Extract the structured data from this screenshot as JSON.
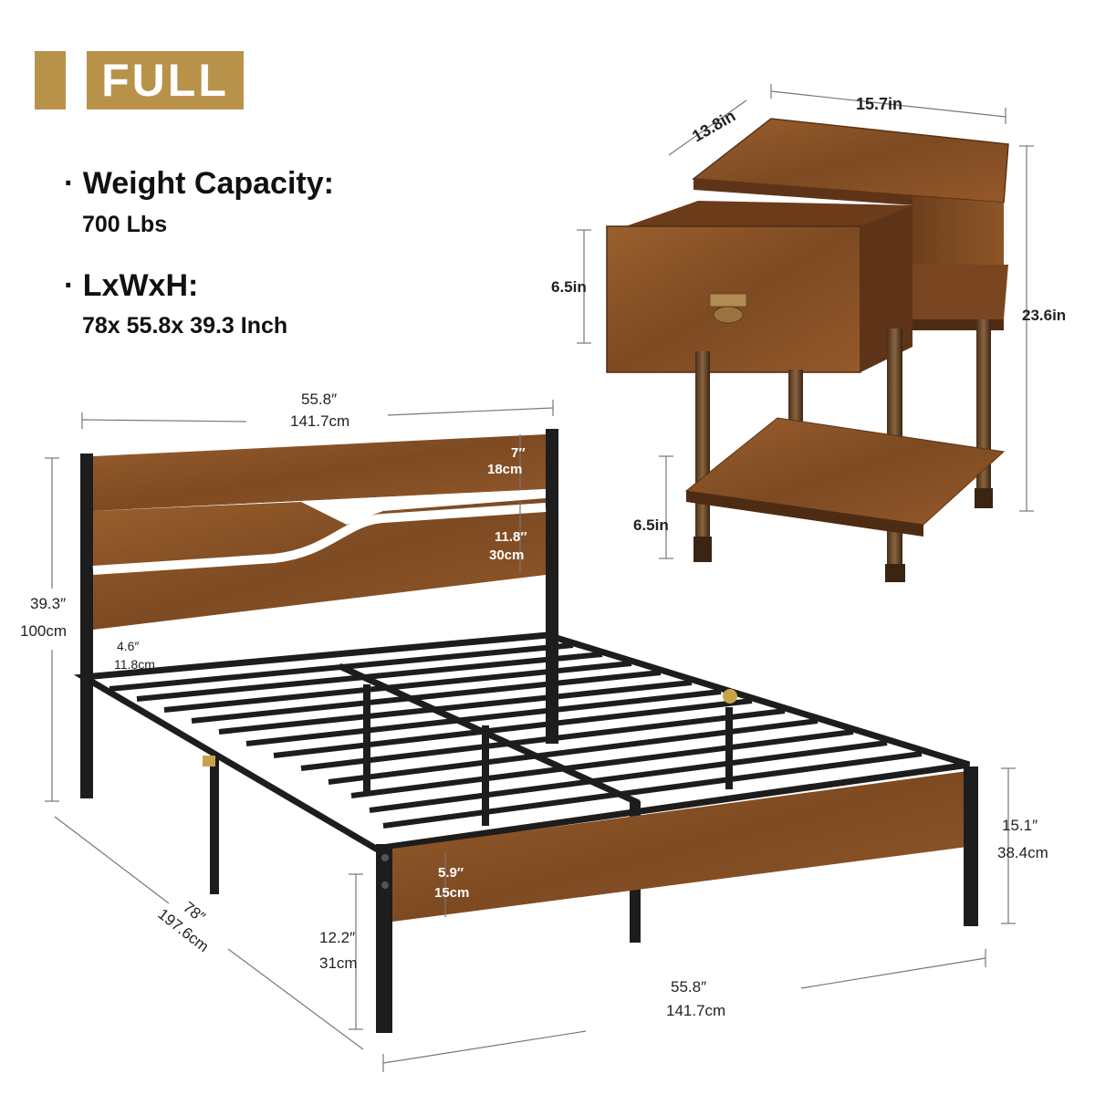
{
  "badge": {
    "label": "FULL"
  },
  "specs": [
    {
      "heading": "· Weight Capacity:",
      "value": "700 Lbs"
    },
    {
      "heading": "· LxWxH:",
      "value": "78x 55.8x 39.3 Inch"
    }
  ],
  "nightstand": {
    "depth": "13.8in",
    "width": "15.7in",
    "drawer_height": "6.5in",
    "height": "23.6in",
    "shelf_height": "6.5in"
  },
  "bed": {
    "head_width_in": "55.8″",
    "head_width_cm": "141.7cm",
    "head_top_panel_in": "7″",
    "head_top_panel_cm": "18cm",
    "head_lower_panel_in": "11.8″",
    "head_lower_panel_cm": "30cm",
    "head_height_in": "39.3″",
    "head_height_cm": "100cm",
    "head_gap_in": "4.6″",
    "head_gap_cm": "11.8cm",
    "length_in": "78″",
    "length_cm": "197.6cm",
    "foot_board_in": "5.9″",
    "foot_board_cm": "15cm",
    "clearance_in": "12.2″",
    "clearance_cm": "31cm",
    "foot_height_in": "15.1″",
    "foot_height_cm": "38.4cm",
    "foot_width_in": "55.8″",
    "foot_width_cm": "141.7cm"
  },
  "colors": {
    "gold": "#b9924a",
    "wood": "#8a5428",
    "metal": "#1d1d1d"
  }
}
